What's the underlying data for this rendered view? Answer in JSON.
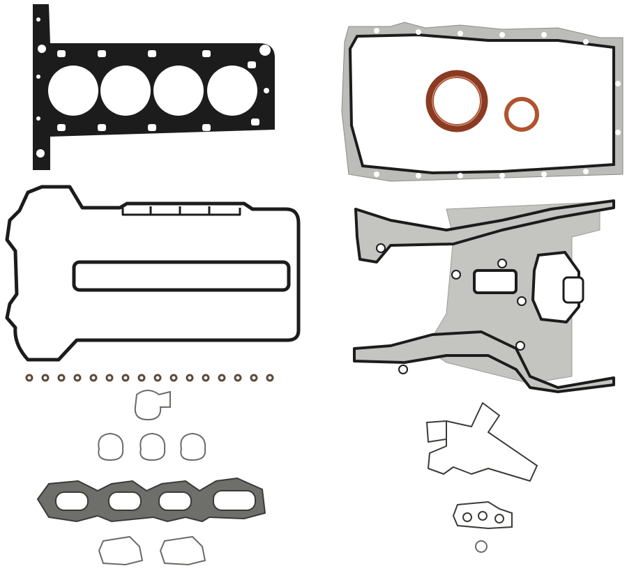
{
  "palette": {
    "background": "#ffffff",
    "gasket_black": "#1c1c1c",
    "steel_grey": "#b9bab6",
    "steel_light": "#d9dad6",
    "seal_brown": "#8a3b22",
    "seal_orange": "#b0532f"
  },
  "parts": [
    {
      "name": "cylinder-head-gasket"
    },
    {
      "name": "oil-pan-gasket"
    },
    {
      "name": "crankshaft-seal-large"
    },
    {
      "name": "crankshaft-seal-small"
    },
    {
      "name": "valve-cover-gasket"
    },
    {
      "name": "timing-cover-gasket"
    },
    {
      "name": "valve-stem-seals",
      "count": 16
    },
    {
      "name": "small-port-gaskets",
      "count": 4
    },
    {
      "name": "water-pump-gasket"
    },
    {
      "name": "exhaust-manifold-gasket"
    },
    {
      "name": "thermostat-gasket"
    },
    {
      "name": "flange-gaskets",
      "count": 2
    },
    {
      "name": "o-ring"
    }
  ]
}
